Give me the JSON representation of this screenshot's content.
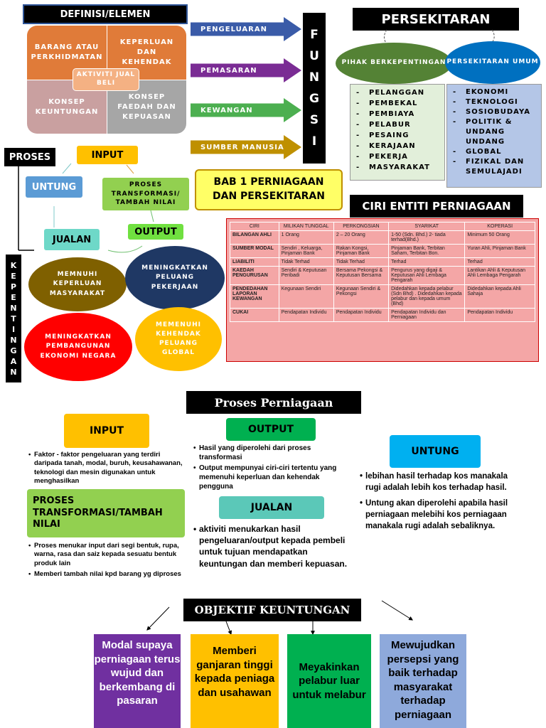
{
  "definisi": {
    "title": "DEFINISI/ELEMEN",
    "q1": "BARANG ATAU PERKHIDMATAN",
    "q2": "KEPERLUAN DAN KEHENDAK",
    "q3": "KONSEP KEUNTUNGAN",
    "q4": "KONSEP FAEDAH DAN KEPUASAN",
    "center": "AKTIVITI JUAL BELI"
  },
  "fungsi": {
    "vertical": [
      "F",
      "U",
      "N",
      "G",
      "S",
      "I"
    ],
    "arrows": [
      {
        "label": "PENGELUARAN",
        "color": "#3A5BA8"
      },
      {
        "label": "PEMASARAN",
        "color": "#7A2C94"
      },
      {
        "label": "KEWANGAN",
        "color": "#4CAF50"
      },
      {
        "label": "SUMBER MANUSIA",
        "color": "#BF9000"
      }
    ]
  },
  "persekitaran": {
    "title": "PERSEKITARAN",
    "left_head": "PIHAK BERKEPENTINGAN",
    "right_head": "PERSEKITARAN UMUM",
    "left_items": [
      "PELANGGAN",
      "PEMBEKAL",
      "PEMBIAYA",
      "PELABUR",
      "PESAING",
      "KERAJAAN",
      "PEKERJA",
      "MASYARAKAT"
    ],
    "right_items": [
      "EKONOMI",
      "TEKNOLOGI",
      "SOSIOBUDAYA",
      "POLITIK & UNDANG UNDANG",
      "GLOBAL",
      "FIZIKAL DAN SEMULAJADI"
    ]
  },
  "bab": "BAB 1 PERNIAGAAN DAN PERSEKITARAN",
  "proses_cycle": {
    "title": "PROSES",
    "input": "INPUT",
    "transform": "PROSES TRANSFORMASI/ TAMBAH NILAI",
    "output": "OUTPUT",
    "jualan": "JUALAN",
    "untung": "UNTUNG"
  },
  "kepentingan": {
    "vertical": [
      "K",
      "E",
      "P",
      "E",
      "N",
      "T",
      "I",
      "N",
      "G",
      "A",
      "N"
    ],
    "b1": "MEMNUHI KEPERLUAN MASYARAKAT",
    "b2": "MENINGKATKAN PELUANG PEKERJAAN",
    "b3": "MENINGKATKAN PEMBANGUNAN EKONOMI NEGARA",
    "b4": "MEMENUHI KEHENDAK PELUANG GLOBAL"
  },
  "ciri": {
    "title": "CIRI ENTITI PERNIAGAAN",
    "headers": [
      "CIRI",
      "MILIKAN TUNGGAL",
      "PERKONGSIAN",
      "SYARIKAT",
      "KOPERASI"
    ],
    "rows": [
      [
        "BILANGAN AHLI",
        "1 Orang",
        "2 – 20 Orang",
        "1-50 (Sdn. Bhd.) 2- tiada terhad(Bhd.)",
        "Minimum 50 Orang"
      ],
      [
        "SUMBER MODAL",
        "Sendiri , Keluarga, Pinjaman Bank",
        "Rakan Kongsi, Pinjaman Bank",
        "Pinjaman Bank, Terbitan Saham, Terbitan Bon.",
        "Yuran Ahli, Pinjaman Bank"
      ],
      [
        "LIABILITI",
        "Tidak Terhad",
        "Tidak Terhad",
        "Terhad",
        "Terhad"
      ],
      [
        "KAEDAH PENGURUSAN",
        "Sendiri & Keputusan Peribadi",
        "Bersama Pekongsi & Keputusan Bersama",
        "Pengurus yang digaji & Keputusan Ahli Lembaga Pengarah",
        "Lantikan Ahli & Keputusan Ahli Lembaga Pengarah"
      ],
      [
        "PENDEDAHAN LAPORAN KEWANGAN",
        "Kegunaan Sendiri",
        "Kegunaan Sendiri & Pekongsi",
        "Didedahkan kepada pelabur (Sdn Bhd) . Didedahkan kepada pelabur dan kepada umum (Bhd)",
        "Didedahkan kepada Ahli Sahaja"
      ],
      [
        "CUKAI",
        "Pendapatan Individu",
        "Pendapatan Individu",
        "Pendapatan Individu dan Perniagaan",
        "Pendapatan Individu"
      ]
    ]
  },
  "proses_perniagaan": {
    "title": "Proses Perniagaan",
    "input": {
      "label": "INPUT",
      "points": [
        "Faktor - faktor pengeluaran yang terdiri daripada tanah, modal, buruh, keusahawanan, teknologi dan mesin digunakan untuk menghasilkan"
      ]
    },
    "transform": {
      "label": "PROSES TRANSFORMASI/TAMBAH NILAI",
      "points": [
        "Proses menukar input dari segi bentuk, rupa, warna, rasa dan saiz kepada sesuatu bentuk produk lain",
        "Memberi tambah nilai kpd barang yg diproses"
      ]
    },
    "output": {
      "label": "OUTPUT",
      "points": [
        "Hasil yang diperolehi dari proses transformasi",
        "Output mempunyai ciri-ciri tertentu yang memenuhi keperluan dan kehendak pengguna"
      ]
    },
    "jualan": {
      "label": "JUALAN",
      "points": [
        "aktiviti menukarkan hasil pengeluaran/output kepada pembeli untuk tujuan mendapatkan keuntungan dan memberi kepuasan."
      ]
    },
    "untung": {
      "label": "UNTUNG",
      "points": [
        "lebihan hasil terhadap kos manakala rugi adalah lebih kos terhadap hasil.",
        "Untung akan diperolehi apabila hasil perniagaan melebihi kos perniagaan manakala rugi adalah sebaliknya."
      ]
    }
  },
  "objektif": {
    "title": "OBJEKTIF KEUNTUNGAN",
    "boxes": [
      {
        "text": "Modal supaya perniagaan terus wujud dan berkembang di pasaran",
        "color": "#7030A0",
        "text_color": "#FFFFFF"
      },
      {
        "text": "Memberi ganjaran tinggi kepada peniaga dan usahawan",
        "color": "#FFC000",
        "text_color": "#000000"
      },
      {
        "text": "Meyakinkan pelabur luar untuk melabur",
        "color": "#00B050",
        "text_color": "#000000"
      },
      {
        "text": "Mewujudkan persepsi yang baik terhadap masyarakat terhadap perniagaan",
        "color": "#8EA9DB",
        "text_color": "#000000"
      }
    ]
  }
}
